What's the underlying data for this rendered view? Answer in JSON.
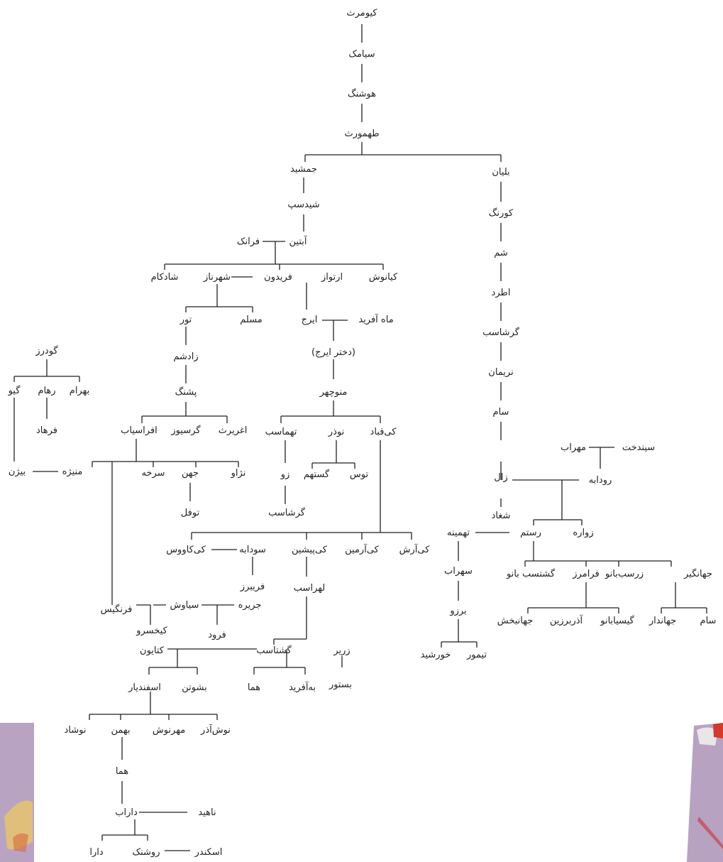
{
  "names": {
    "keyumars": "کیومرث",
    "siamak": "سیامک",
    "hushang": "هوشنگ",
    "tahmuras": "طهمورث",
    "jamshid": "جمشید",
    "shidasp": "شیدسپ",
    "abtin": "آبتین",
    "faranak": "فرانک",
    "kianush": "کیانوش",
    "artavaz": "ارتواز",
    "fereydun": "فریدون",
    "shahrnaz": "شهرناز",
    "shadkam": "شادکام",
    "tur": "تور",
    "moslem": "مسلم",
    "iraj": "ایرج",
    "mahafarid": "ماه آفرید",
    "dokhtar_iraj": "(دختر ایرج)",
    "zadasham": "زادشم",
    "pashang": "پشنگ",
    "manuchehr": "منوچهر",
    "aghriras": "اغریرث",
    "garsivaz": "گرسیوز",
    "afrasiab": "افراسیاب",
    "goudarz": "گودرز",
    "bahram": "بهرام",
    "raham": "رهام",
    "giv": "گیو",
    "farhad": "فرهاد",
    "bizhan": "بیژن",
    "manizheh": "منیژه",
    "sorkheh": "سرخه",
    "jahn": "جهن",
    "nozhav": "نژاو",
    "tufal": "توفل",
    "tahmasb": "تهماسب",
    "nozar": "نوذر",
    "keyghobad": "کی‌قباد",
    "zu": "زو",
    "gostahm": "گستهم",
    "tus": "توس",
    "garshasb_2": "گرشاسب",
    "kiarash": "کی‌آرش",
    "kiarmin": "کی‌آرمین",
    "kipishin": "کی‌پیشین",
    "sudabeh": "سودابه",
    "kikavus": "کی‌کاووس",
    "lohrasb": "لهراسب",
    "farybarz": "فریبرز",
    "jarireh": "جریره",
    "siavash": "سیاوش",
    "farangis": "فرنگیس",
    "forud": "فرود",
    "keykhosrow": "کیخسرو",
    "katayun": "کتایون",
    "goshtasb": "گشتاسب",
    "zarir": "زریر",
    "bastur": "بستور",
    "behafarid": "به‌آفرید",
    "homa_1": "هما",
    "bashutan": "بشوتن",
    "esfandiar": "اسفندیار",
    "nushazar": "نوش‌آذر",
    "mehrnush": "مهرنوش",
    "bahman": "بهمن",
    "nushad": "نوشاد",
    "homa_2": "هما",
    "darab": "داراب",
    "nahid": "ناهید",
    "dara": "دارا",
    "roshanak": "روشنک",
    "eskandar": "اسکندر",
    "balian": "بلیان",
    "kurang": "کورنگ",
    "sham": "شم",
    "atrad": "اطرد",
    "garshasb": "گرشاسب",
    "nariman": "نریمان",
    "sam": "سام",
    "sindokht": "سیندخت",
    "mehrab": "مهراب",
    "rudabeh": "رودابه",
    "zal": "زال",
    "shaghad": "شغاد",
    "rostam": "رستم",
    "zavareh": "زواره",
    "tahmineh": "تهمینه",
    "sohrab": "سهراب",
    "barzu": "برزو",
    "teymur": "تیمور",
    "khorshid": "خورشید",
    "jahangir": "جهانگیر",
    "zarbanu": "زرسب‌بانو",
    "faramarz": "فرامرز",
    "goshtasbbanu": "گشتسب بانو",
    "sam_2": "سام",
    "jahandar": "جهاندار",
    "gisiabanu": "گیسیابانو",
    "azarborzin": "آذربرزین",
    "jahanbakhsh": "جهانبخش"
  },
  "decor": {
    "left_panel_color": "#b9a3c3",
    "right_panel_color": "#b8a2c2"
  }
}
